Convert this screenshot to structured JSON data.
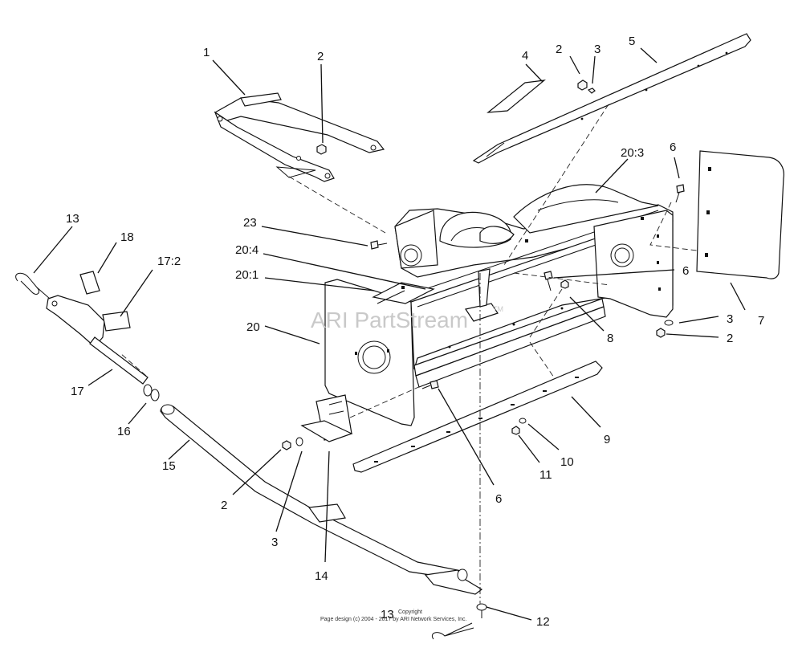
{
  "callouts": [
    "1",
    "2",
    "3",
    "4",
    "5",
    "20:3",
    "6",
    "23",
    "20:4",
    "20:1",
    "20",
    "13",
    "18",
    "17:2",
    "17",
    "16",
    "15",
    "2",
    "3",
    "14",
    "6",
    "7",
    "3",
    "2",
    "8",
    "9",
    "10",
    "11",
    "12",
    "13",
    "6",
    "2"
  ],
  "watermark": "ARI PartStream",
  "watermark_tm": "TM",
  "copyright_line1": "Copyright",
  "copyright_line2": "Page design (c) 2004 - 2017 by ARI Network Services, Inc."
}
